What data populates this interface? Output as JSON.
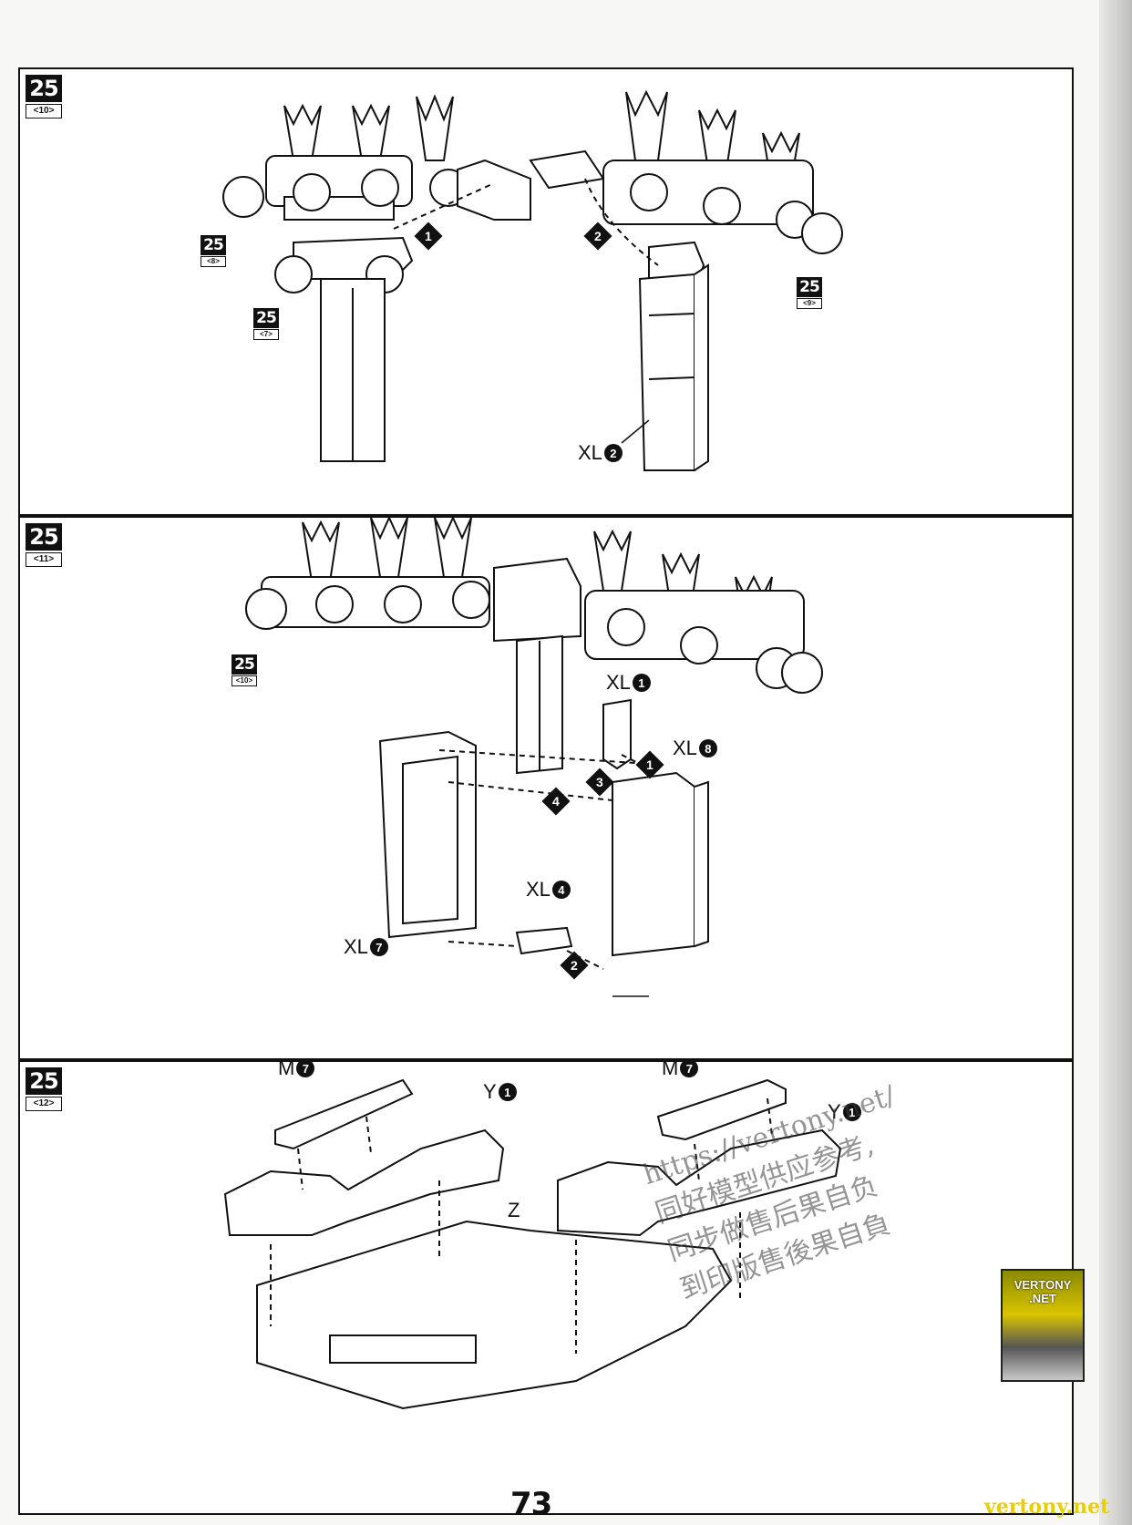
{
  "page": {
    "number": "73"
  },
  "steps": [
    {
      "id": "p1",
      "step": "25",
      "sub": "10",
      "refs": [
        {
          "step": "25",
          "sub": "8"
        },
        {
          "step": "25",
          "sub": "7"
        },
        {
          "step": "25",
          "sub": "9"
        }
      ],
      "labels": [
        {
          "part": "XL",
          "num": "2"
        }
      ],
      "order": [
        "1",
        "2"
      ]
    },
    {
      "id": "p2",
      "step": "25",
      "sub": "11",
      "refs": [
        {
          "step": "25",
          "sub": "10"
        }
      ],
      "labels": [
        {
          "part": "XL",
          "num": "1"
        },
        {
          "part": "XL",
          "num": "8"
        },
        {
          "part": "XL",
          "num": "4"
        },
        {
          "part": "XL",
          "num": "7"
        }
      ],
      "order": [
        "1",
        "3",
        "4",
        "2"
      ]
    },
    {
      "id": "p3",
      "step": "25",
      "sub": "12",
      "labels": [
        {
          "part": "M",
          "num": "7"
        },
        {
          "part": "Y",
          "num": "1"
        },
        {
          "part": "M",
          "num": "7"
        },
        {
          "part": "Y",
          "num": "1"
        },
        {
          "part": "Z",
          "num": ""
        }
      ]
    }
  ],
  "watermark": {
    "url": "vertony.net",
    "logo": "VERTONY .NET",
    "diag_url": "https://vertony.net/",
    "diag_line1": "同好模型供应参考,",
    "diag_line2": "同步做售后果自负",
    "diag_line3": "到印版售後果自負"
  }
}
